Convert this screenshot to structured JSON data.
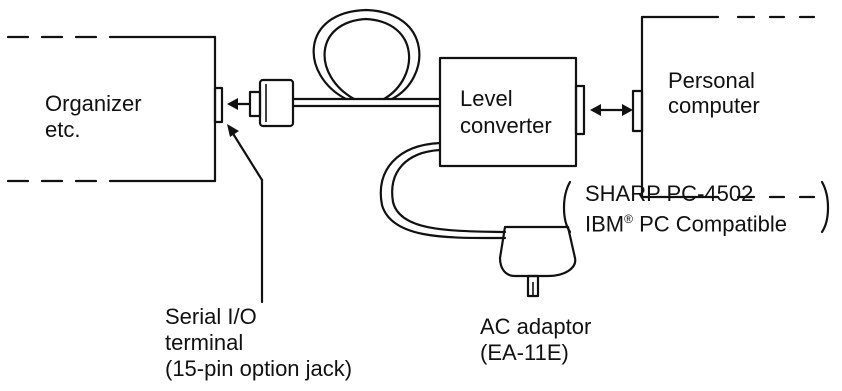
{
  "organizer": {
    "line1": "Organizer",
    "line2": "etc."
  },
  "level_converter": {
    "line1": "Level",
    "line2": "converter"
  },
  "personal_computer": {
    "line1": "Personal",
    "line2": "computer"
  },
  "compatible": {
    "line1": "SHARP PC-4502",
    "line2_prefix": "IBM",
    "registered_mark": "®",
    "line2_suffix": " PC Compatible"
  },
  "serial_io": {
    "line1": "Serial I/O",
    "line2": "terminal",
    "line3": "(15-pin option jack)"
  },
  "ac_adaptor": {
    "line1": "AC adaptor",
    "line2": "(EA-11E)"
  }
}
